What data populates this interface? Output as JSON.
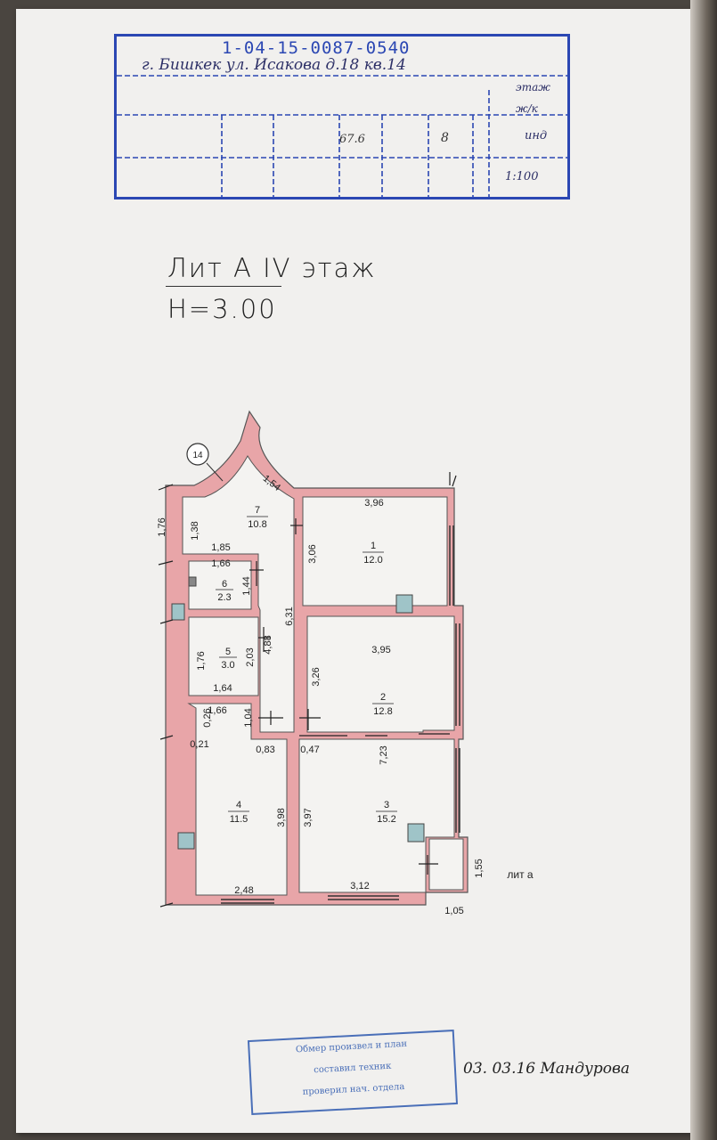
{
  "stamp": {
    "cadastral_number": "1-04-15-0087-0540",
    "address": "г. Бишкек ул. Исакова д.18   кв.14",
    "row_labels": [
      "этаж",
      "ж/к",
      "инд"
    ],
    "area": "67.6",
    "count": "8",
    "scale": "1:100"
  },
  "heading": {
    "line1": "Лит А IV этаж",
    "line2": "H=3.00"
  },
  "plan": {
    "apartment_number": "14",
    "rooms": [
      {
        "number": "7",
        "area": "10.8"
      },
      {
        "number": "1",
        "area": "12.0"
      },
      {
        "number": "6",
        "area": "2.3"
      },
      {
        "number": "5",
        "area": "3.0"
      },
      {
        "number": "2",
        "area": "12.8"
      },
      {
        "number": "4",
        "area": "11.5"
      },
      {
        "number": "3",
        "area": "15.2"
      }
    ],
    "dims": {
      "d1": "1,76",
      "d2": "1,38",
      "d3": "1,54",
      "d4": "3,96",
      "d5": "1,85",
      "d6": "1,66",
      "d7": "3,06",
      "d8": "1,44",
      "d9": "6,31",
      "d10": "3,95",
      "d11": "1,76",
      "d12": "2,03",
      "d13": "4,88",
      "d14": "3,26",
      "d15": "1,64",
      "d16": "1,66",
      "d17": "0,26",
      "d18": "1,04",
      "d19": "0,21",
      "d20": "0,83",
      "d21": "0,47",
      "d22": "7,23",
      "d23": "3,98",
      "d24": "3,97",
      "d25": "2,48",
      "d26": "3,12",
      "d27": "1,55",
      "d28": "1,05"
    },
    "lit_label": "лит а"
  },
  "footer": {
    "stamp_lines": [
      "Обмер произвел и план",
      "составил техник",
      "проверил нач. отдела"
    ],
    "signature": "03. 03.16 Мандурова"
  }
}
